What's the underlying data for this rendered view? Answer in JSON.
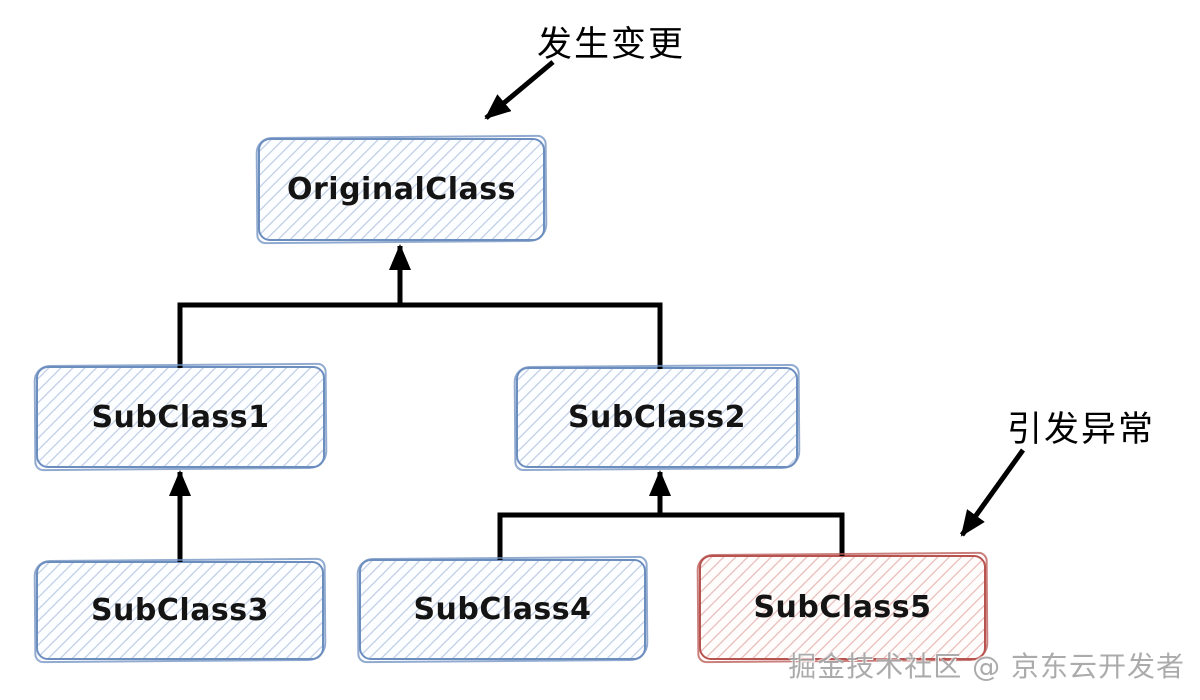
{
  "diagram": {
    "annotations": {
      "change": {
        "text": "发生变更",
        "target": "OriginalClass"
      },
      "exception": {
        "text": "引发异常",
        "target": "SubClass5"
      }
    },
    "nodes": [
      {
        "label": "OriginalClass",
        "variant": "blue"
      },
      {
        "label": "SubClass1",
        "variant": "blue"
      },
      {
        "label": "SubClass2",
        "variant": "blue"
      },
      {
        "label": "SubClass3",
        "variant": "blue"
      },
      {
        "label": "SubClass4",
        "variant": "blue"
      },
      {
        "label": "SubClass5",
        "variant": "red"
      }
    ],
    "edges": [
      {
        "from": "SubClass1",
        "to": "OriginalClass"
      },
      {
        "from": "SubClass2",
        "to": "OriginalClass"
      },
      {
        "from": "SubClass3",
        "to": "SubClass1"
      },
      {
        "from": "SubClass4",
        "to": "SubClass2"
      },
      {
        "from": "SubClass5",
        "to": "SubClass2"
      }
    ],
    "colors": {
      "blue_stroke": "#6c8ebf",
      "blue_hatch": "#dae8fc",
      "red_stroke": "#b85450",
      "red_hatch": "#f8cecc",
      "connector": "#000000",
      "annotation_text": "#000000"
    }
  },
  "watermark": {
    "text": "掘金技术社区 @ 京东云开发者"
  }
}
